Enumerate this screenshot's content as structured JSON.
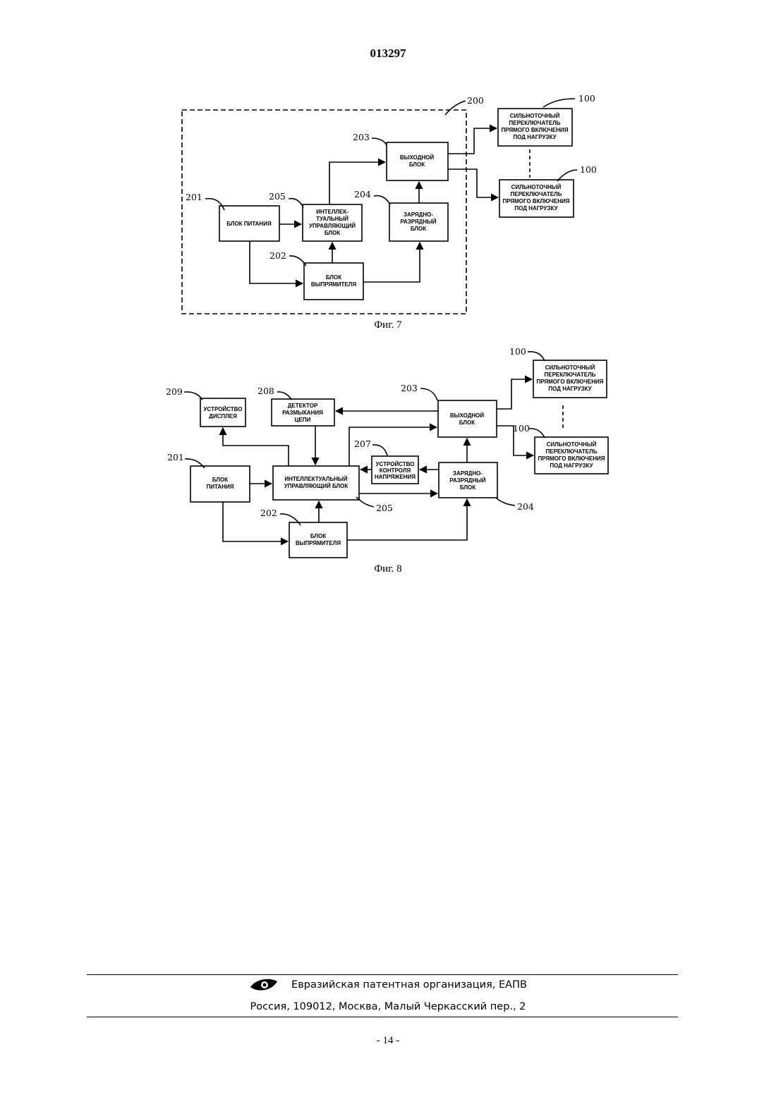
{
  "header": {
    "patent_number": "013297"
  },
  "figure7": {
    "caption": "Фиг. 7",
    "refs": {
      "r200": "200",
      "r100a": "100",
      "r100b": "100",
      "r203": "203",
      "r201": "201",
      "r205": "205",
      "r204": "204",
      "r202": "202"
    },
    "blocks": {
      "switch_a": [
        "СИЛЬНОТОЧНЫЙ",
        "ПЕРЕКЛЮЧАТЕЛЬ",
        "ПРЯМОГО ВКЛЮЧЕНИЯ",
        "ПОД НАГРУЗКУ"
      ],
      "switch_b": [
        "СИЛЬНОТОЧНЫЙ",
        "ПЕРЕКЛЮЧАТЕЛЬ",
        "ПРЯМОГО ВКЛЮЧЕНИЯ",
        "ПОД НАГРУЗКУ"
      ],
      "output": [
        "ВЫХОДНОЙ",
        "БЛОК"
      ],
      "power": [
        "БЛОК ПИТАНИЯ"
      ],
      "intel": [
        "ИНТЕЛЛЕК-",
        "ТУАЛЬНЫЙ",
        "УПРАВЛЯЮЩИЙ",
        "БЛОК"
      ],
      "charge": [
        "ЗАРЯДНО-",
        "РАЗРЯДНЫЙ",
        "БЛОК"
      ],
      "rectifier": [
        "БЛОК",
        "ВЫПРЯМИТЕЛЯ"
      ]
    }
  },
  "figure8": {
    "caption": "Фиг. 8",
    "refs": {
      "r100a": "100",
      "r100b": "100",
      "r209": "209",
      "r208": "208",
      "r203": "203",
      "r207": "207",
      "r201": "201",
      "r205": "205",
      "r204": "204",
      "r202": "202"
    },
    "blocks": {
      "switch_a": [
        "СИЛЬНОТОЧНЫЙ",
        "ПЕРЕКЛЮЧАТЕЛЬ",
        "ПРЯМОГО ВКЛЮЧЕНИЯ",
        "ПОД НАГРУЗКУ"
      ],
      "switch_b": [
        "СИЛЬНОТОЧНЫЙ",
        "ПЕРЕКЛЮЧАТЕЛЬ",
        "ПРЯМОГО ВКЛЮЧЕНИЯ",
        "ПОД НАГРУЗКУ"
      ],
      "display": [
        "УСТРОЙСТВО",
        "ДИСПЛЕЯ"
      ],
      "detector": [
        "ДЕТЕКТОР",
        "РАЗМЫКАНИЯ",
        "ЦЕПИ"
      ],
      "output": [
        "ВЫХОДНОЙ",
        "БЛОК"
      ],
      "voltage": [
        "УСТРОЙСТВО",
        "КОНТРОЛЯ",
        "НАПРЯЖЕНИЯ"
      ],
      "power": [
        "БЛОК",
        "ПИТАНИЯ"
      ],
      "intel": [
        "ИНТЕЛЛЕКТУАЛЬНЫЙ",
        "УПРАВЛЯЮЩИЙ БЛОК"
      ],
      "charge": [
        "ЗАРЯДНО-",
        "РАЗРЯДНЫЙ",
        "БЛОК"
      ],
      "rectifier": [
        "БЛОК",
        "ВЫПРЯМИТЕЛЯ"
      ]
    }
  },
  "footer": {
    "organization": "Евразийская патентная организация, ЕАПВ",
    "address": "Россия, 109012, Москва, Малый Черкасский пер., 2",
    "page": "- 14 -"
  }
}
